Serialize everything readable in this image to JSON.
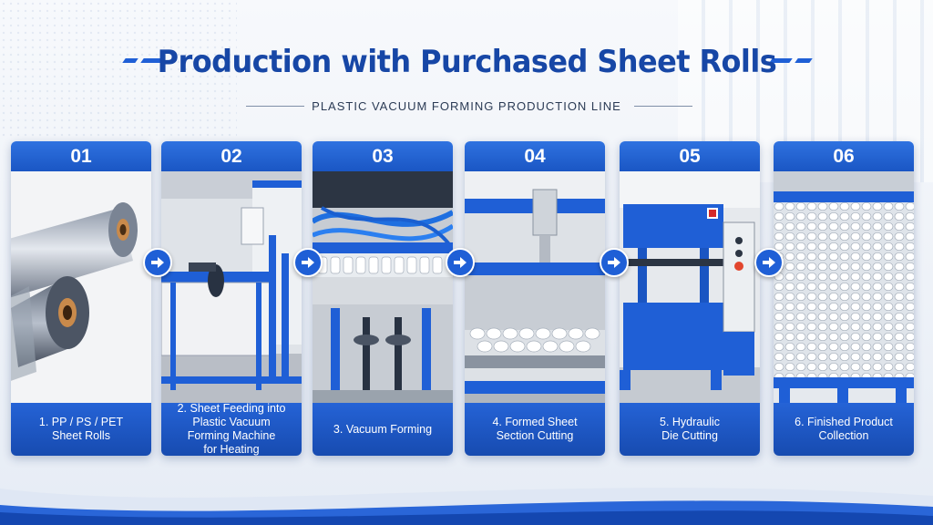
{
  "header": {
    "title": "Production with Purchased Sheet Rolls",
    "subtitle": "PLASTIC VACUUM FORMING PRODUCTION LINE"
  },
  "colors": {
    "brand_blue": "#1f5fd6",
    "title_blue": "#1747a6",
    "background": "#eef2f8"
  },
  "steps": [
    {
      "number": "01",
      "label": "1. PP / PS / PET\nSheet Rolls",
      "image": "plastic-sheet-rolls"
    },
    {
      "number": "02",
      "label": "2. Sheet Feeding into\nPlastic Vacuum\nForming Machine\nfor Heating",
      "image": "sheet-feeding-machine"
    },
    {
      "number": "03",
      "label": "3. Vacuum Forming",
      "image": "vacuum-forming-machine"
    },
    {
      "number": "04",
      "label": "4. Formed Sheet\nSection Cutting",
      "image": "section-cutting-machine"
    },
    {
      "number": "05",
      "label": "5. Hydraulic\nDie Cutting",
      "image": "hydraulic-die-cutter"
    },
    {
      "number": "06",
      "label": "6. Finished Product\nCollection",
      "image": "finished-product-pallets"
    }
  ],
  "arrows": [
    "arrow-right-icon",
    "arrow-right-icon",
    "arrow-right-icon",
    "arrow-right-icon",
    "arrow-right-icon"
  ]
}
